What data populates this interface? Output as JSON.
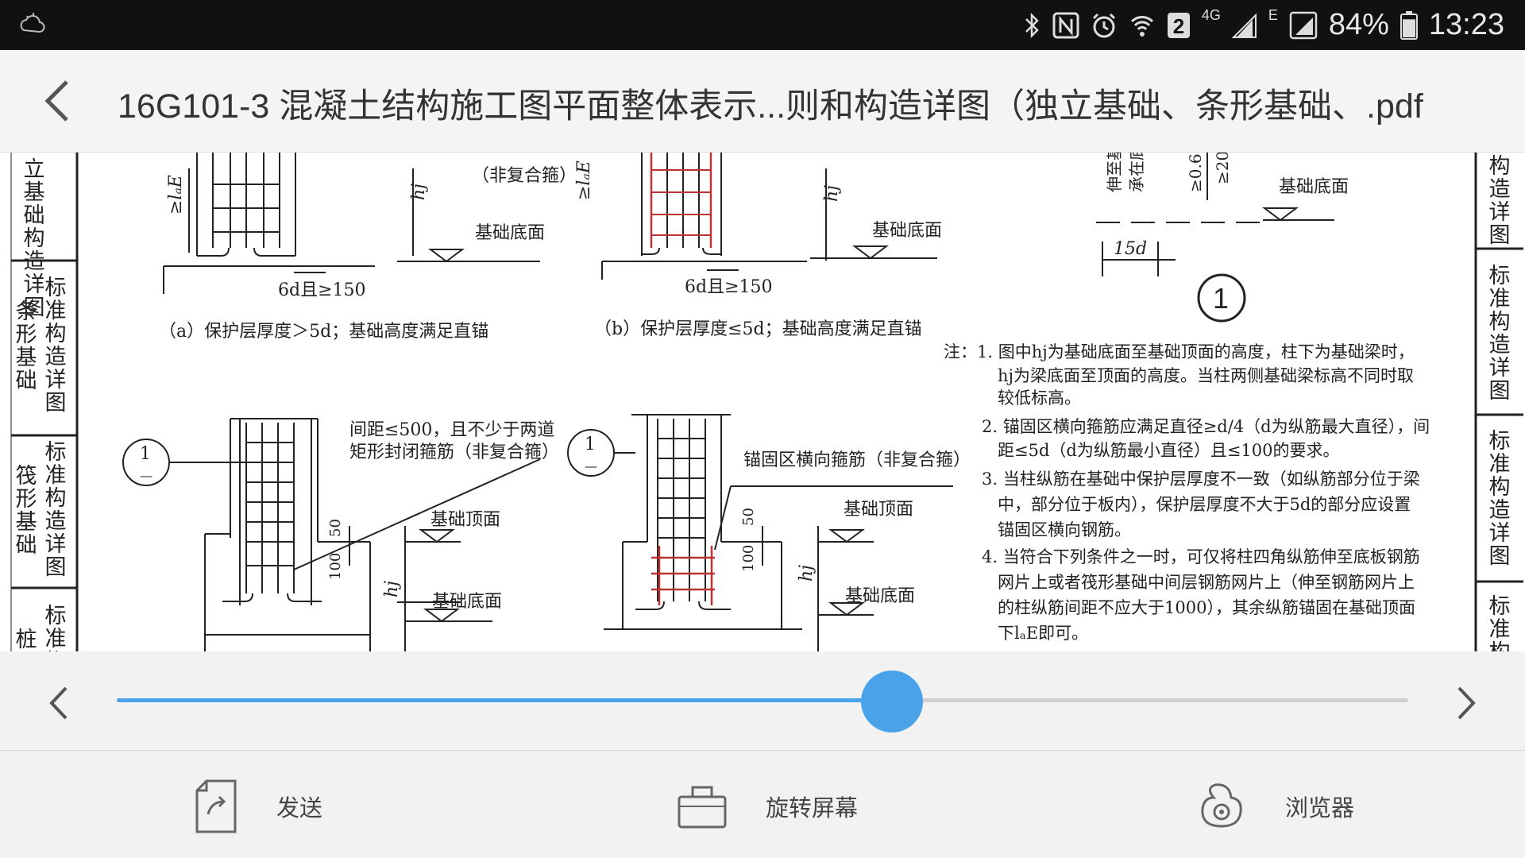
{
  "status_bar": {
    "network_type": "4G",
    "network_type_2": "E",
    "sim_badge": "2",
    "battery_percent": "84%",
    "battery_level": 0.84,
    "time": "13:23"
  },
  "title_bar": {
    "title": "16G101-3 混凝土结构施工图平面整体表示...则和构造详图（独立基础、条形基础、.pdf"
  },
  "document": {
    "side_tabs_left": [
      "立基础构造详图",
      "标准构造详图",
      "条形基础",
      "标准构造详图",
      "筏形基础",
      "标准构",
      "桩"
    ],
    "side_tabs_right": [
      "构造详图",
      "标准构造详图",
      "标准构造详图",
      "标准构"
    ],
    "labels": {
      "lae_a": "≥lₐE",
      "lae_b": "≥lₐE",
      "hj_a": "hj",
      "hj_b": "hj",
      "hj_c": "hj",
      "hj_d": "hj",
      "non_composite": "（非复合箍）",
      "base_bottom_a": "基础底面",
      "base_bottom_b": "基础底面",
      "base_bottom_c": "基础底面",
      "base_bottom_d": "基础底面",
      "base_bottom_e": "基础底面",
      "base_top_c": "基础顶面",
      "base_top_d": "基础顶面",
      "dim_6d_a": "6d且≥150",
      "dim_6d_b": "6d且≥150",
      "caption_a": "（a）保护层厚度＞5d；基础高度满足直锚",
      "caption_b": "（b）保护层厚度≤5d；基础高度满足直锚",
      "spacing_note_1": "间距≤500，且不少于两道",
      "spacing_note_2": "矩形封闭箍筋（非复合箍）",
      "anchor_note": "锚固区横向箍筋（非复合箍）",
      "dim_50_c": "50",
      "dim_100_c": "100",
      "dim_50_d": "50",
      "dim_100_d": "100",
      "section_mark": "1",
      "section_mark_sub": "—",
      "dim_15d": "15d",
      "rotated_1": "伸至基",
      "rotated_2": "承在底",
      "rotated_3": "≥0.6",
      "rotated_4": "≥20",
      "circle_number": "1"
    },
    "notes": [
      "注：1. 图中hj为基础底面至基础顶面的高度，柱下为基础梁时，",
      "hj为梁底面至顶面的高度。当柱两侧基础梁标高不同时取",
      "较低标高。",
      "2. 锚固区横向箍筋应满足直径≥d/4（d为纵筋最大直径），间",
      "距≤5d（d为纵筋最小直径）且≤100的要求。",
      "3. 当柱纵筋在基础中保护层厚度不一致（如纵筋部分位于梁",
      "中，部分位于板内），保护层厚度不大于5d的部分应设置",
      "锚固区横向钢筋。",
      "4. 当符合下列条件之一时，可仅将柱四角纵筋伸至底板钢筋",
      "网片上或者筏形基础中间层钢筋网片上（伸至钢筋网片上",
      "的柱纵筋间距不应大于1000），其余纵筋锚固在基础顶面",
      "下lₐE即可。"
    ]
  },
  "slider": {
    "progress": 0.6
  },
  "actions": {
    "send": "发送",
    "rotate": "旋转屏幕",
    "browser": "浏览器"
  },
  "colors": {
    "accent": "#4aa3e8",
    "rebar_red": "#c0392b",
    "ink": "#333333"
  }
}
